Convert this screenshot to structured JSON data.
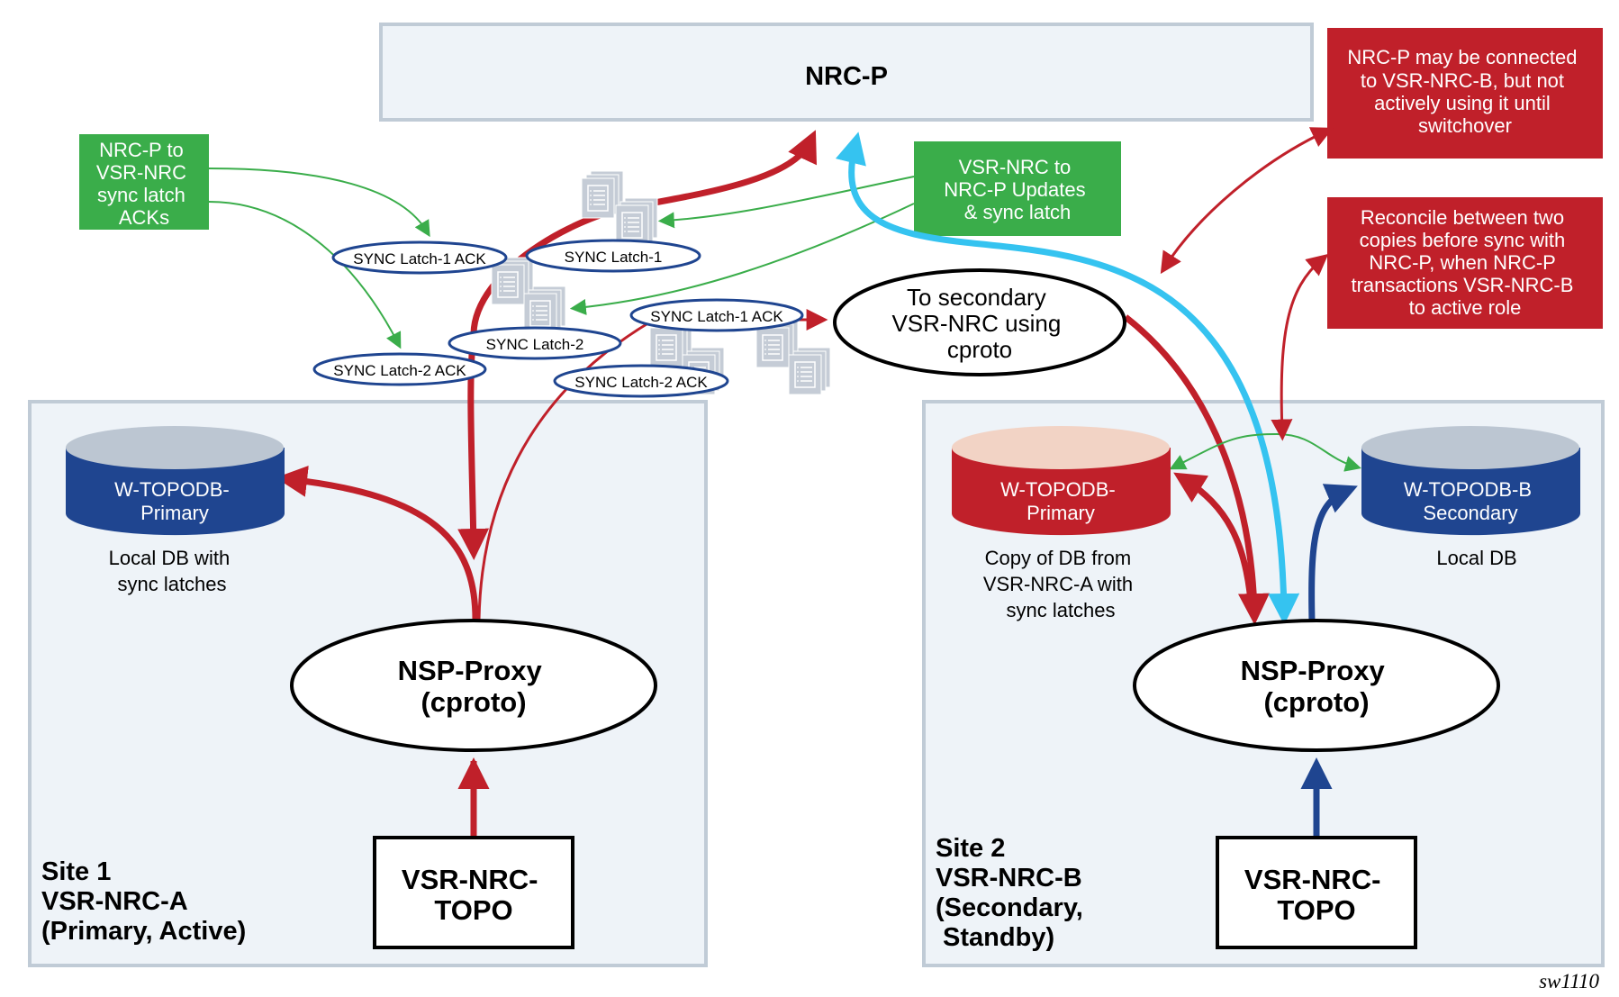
{
  "nrc_p": {
    "label": "NRC-P"
  },
  "callouts": {
    "red_1": {
      "lines": [
        "NRC-P may be connected",
        "to VSR-NRC-B, but not",
        "actively using it until",
        "switchover"
      ]
    },
    "red_2": {
      "lines": [
        "Reconcile between two",
        "copies before sync with",
        "NRC-P, when NRC-P",
        "transactions VSR-NRC-B",
        "to active role"
      ]
    },
    "green_acks": {
      "lines": [
        "NRC-P to",
        "VSR-NRC",
        "sync latch",
        "ACKs"
      ]
    },
    "green_updates": {
      "lines": [
        "VSR-NRC to",
        "NRC-P Updates",
        "& sync latch"
      ]
    }
  },
  "sync_labels": {
    "latch1_ack_left": "SYNC Latch-1 ACK",
    "latch1": "SYNC Latch-1",
    "latch2": "SYNC Latch-2",
    "latch2_ack_left": "SYNC Latch-2 ACK",
    "latch1_ack_right": "SYNC Latch-1 ACK",
    "latch2_ack_right": "SYNC Latch-2 ACK"
  },
  "secondary": {
    "lines": [
      "To secondary",
      "VSR-NRC using",
      "cproto"
    ]
  },
  "site1": {
    "title_lines": [
      "Site 1",
      "VSR-NRC-A",
      "(Primary, Active)"
    ],
    "db": {
      "lines": [
        "W-TOPODB-",
        "Primary"
      ],
      "caption_lines": [
        "Local DB with",
        "sync latches"
      ]
    },
    "proxy": {
      "lines": [
        "NSP-Proxy",
        "(cproto)"
      ]
    },
    "topo": {
      "lines": [
        "VSR-NRC-",
        "TOPO"
      ]
    }
  },
  "site2": {
    "title_lines": [
      "Site 2",
      "VSR-NRC-B",
      "(Secondary,",
      " Standby)"
    ],
    "db_copy": {
      "lines": [
        "W-TOPODB-",
        "Primary"
      ],
      "caption_lines": [
        "Copy of DB from",
        "VSR-NRC-A with",
        "sync latches"
      ]
    },
    "db_local": {
      "lines": [
        "W-TOPODB-B",
        "Secondary"
      ],
      "caption_lines": [
        "Local DB"
      ]
    },
    "proxy": {
      "lines": [
        "NSP-Proxy",
        "(cproto)"
      ]
    },
    "topo": {
      "lines": [
        "VSR-NRC-",
        "TOPO"
      ]
    }
  },
  "figure_id": "sw1110",
  "colors": {
    "panel_fill": "#eef3f8",
    "panel_stroke": "#c0cbd6",
    "red": "#c0202a",
    "green": "#3aad4a",
    "blue": "#1f4590",
    "cyan": "#35c3f0",
    "db_top_gray": "#bcc6d2",
    "db_top_pink": "#f2d3c5",
    "doc_gray": "#c5ccd6"
  }
}
